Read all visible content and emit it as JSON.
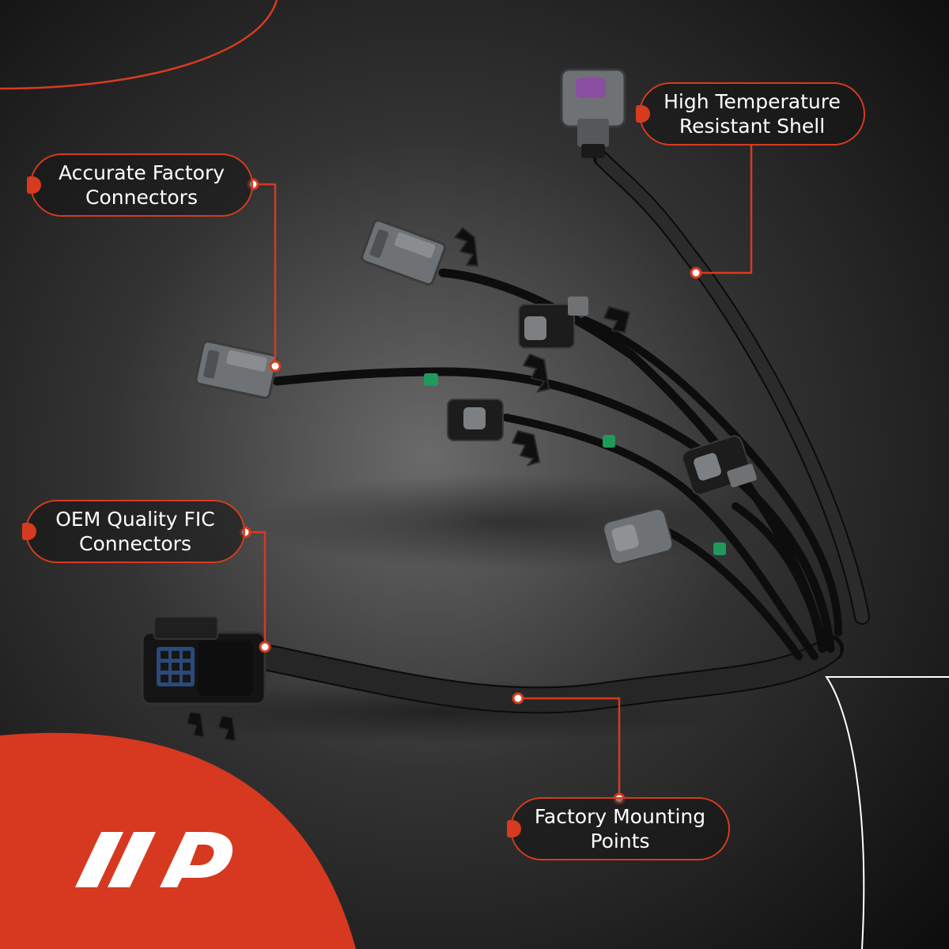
{
  "callouts": {
    "high_temp": {
      "line1": "High Temperature",
      "line2": "Resistant Shell"
    },
    "accurate": {
      "line1": "Accurate Factory",
      "line2": "Connectors"
    },
    "oem": {
      "line1": "OEM Quality FIC",
      "line2": "Connectors"
    },
    "mounting": {
      "line1": "Factory Mounting",
      "line2": "Points"
    }
  },
  "colors": {
    "accent": "#d63b1f",
    "background": "#151515",
    "wire": "#0c0c0c",
    "connector_gray": "#6f7274",
    "connector_purple": "#8a4fa0",
    "tape_green": "#1f9a5a"
  },
  "icons": [
    "brand-logo-icon",
    "wire-harness-image"
  ]
}
